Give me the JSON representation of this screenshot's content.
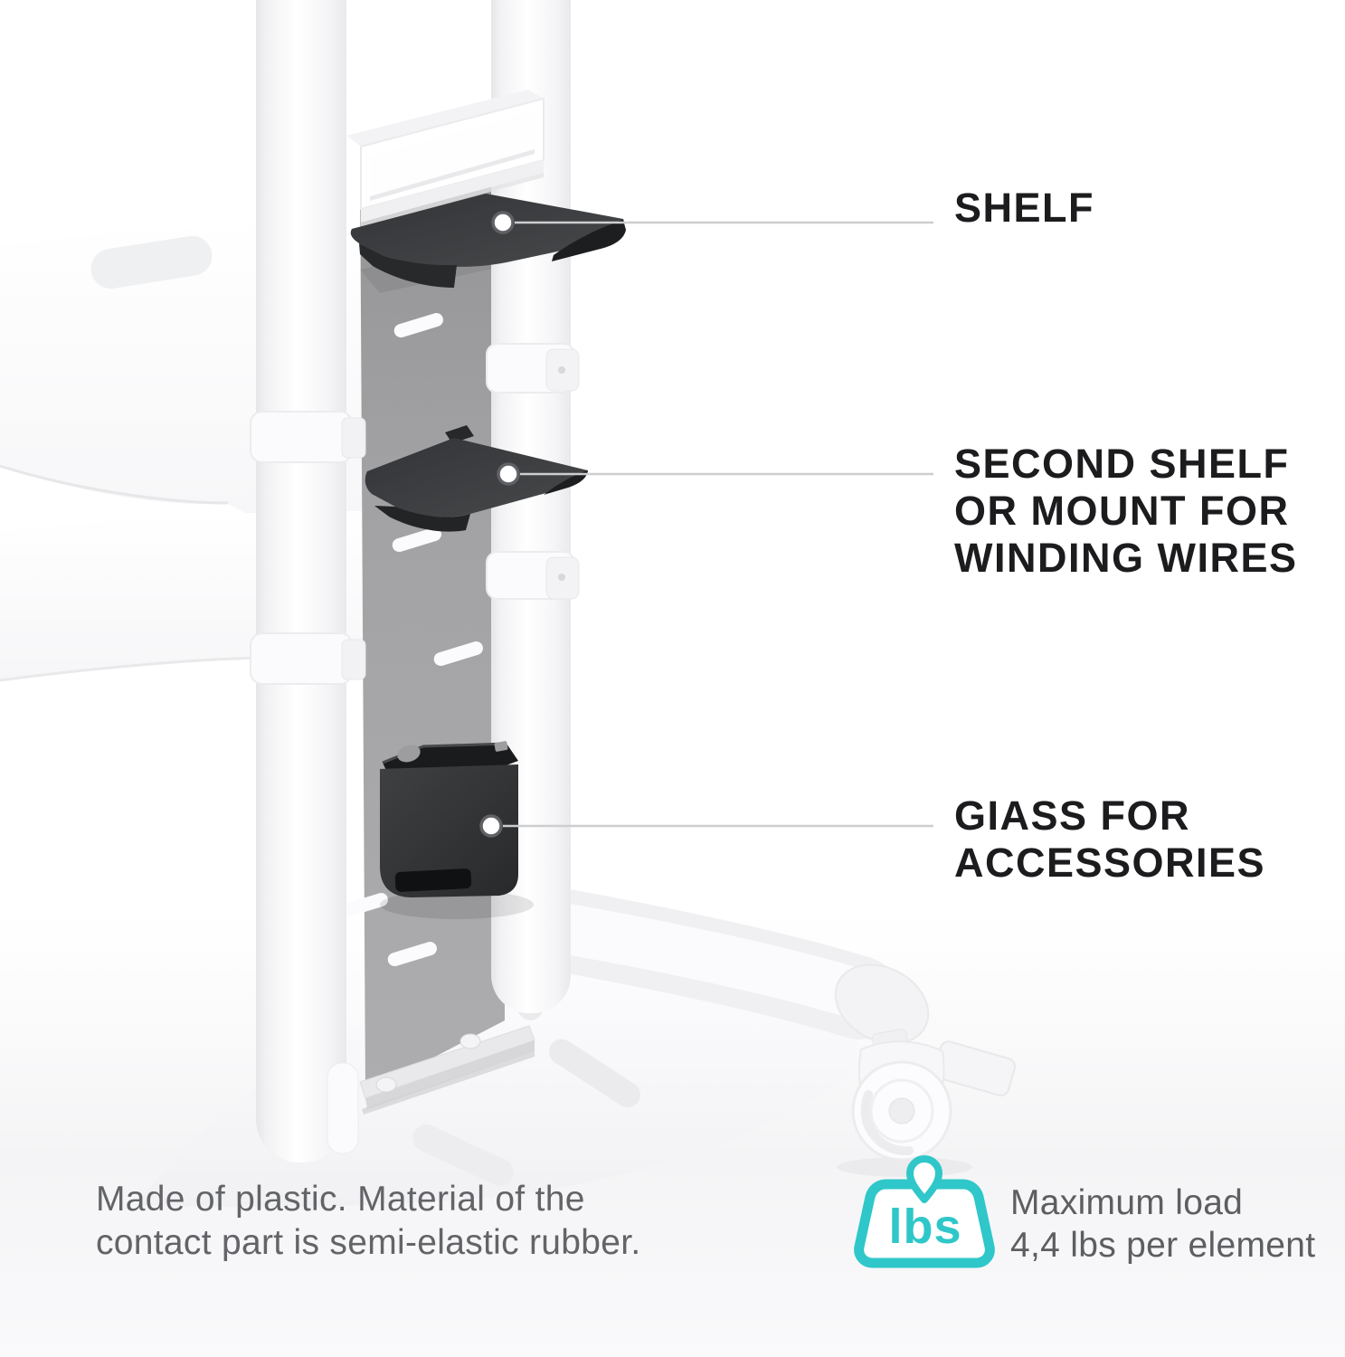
{
  "callouts": [
    {
      "name": "shelf",
      "lines": [
        "SHELF"
      ]
    },
    {
      "name": "second-shelf",
      "lines": [
        "SECOND SHELF",
        "OR MOUNT FOR",
        "WINDING WIRES"
      ]
    },
    {
      "name": "glass-for-accessories",
      "lines": [
        "GIASS FOR",
        "ACCESSORIES"
      ]
    }
  ],
  "footer": {
    "material_note_lines": [
      "Made of plastic. Material of the",
      "contact part is semi-elastic rubber."
    ],
    "load_icon": {
      "name": "weight-lbs-icon",
      "label": "lbs"
    },
    "load_note_lines": [
      "Maximum load",
      "4,4 lbs per element"
    ]
  },
  "colors": {
    "accent_teal": "#2FC7C9",
    "label_text": "#1C1C1E",
    "body_text_gray": "#636467",
    "callout_line": "#CDCED0",
    "callout_ring": "#606164",
    "plate_gray": "#A5A5A7",
    "part_dark": "#37383A",
    "background": "#FFFFFF"
  }
}
